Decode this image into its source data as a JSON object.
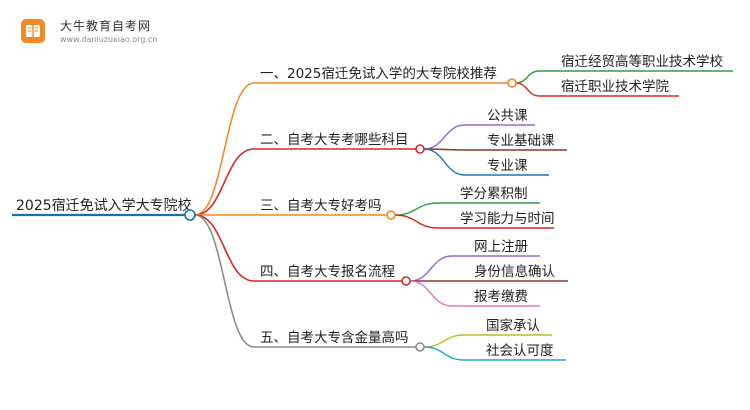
{
  "logo": {
    "title": "大牛教育自考网",
    "url": "www.daniuzuxiao.org.cn"
  },
  "root": {
    "label": "2025宿迁免试入学大专院校",
    "color": "#1d6fa5"
  },
  "branches": [
    {
      "label": "一、2025宿迁免试入学的大专院校推荐",
      "color": "#f08a24",
      "children": [
        {
          "label": "宿迁经贸高等职业技术学校",
          "color": "#2ea043"
        },
        {
          "label": "宿迁职业技术学院",
          "color": "#d62728"
        }
      ]
    },
    {
      "label": "二、自考大专考哪些科目",
      "color": "#d62728",
      "children": [
        {
          "label": "公共课",
          "color": "#9a6ac8"
        },
        {
          "label": "专业基础课",
          "color": "#8b3a2e"
        },
        {
          "label": "专业课",
          "color": "#1f77b4"
        }
      ]
    },
    {
      "label": "三、自考大专好考吗",
      "color": "#f08a24",
      "children": [
        {
          "label": "学分累积制",
          "color": "#2ea043"
        },
        {
          "label": "学习能力与时间",
          "color": "#d62728"
        }
      ]
    },
    {
      "label": "四、自考大专报名流程",
      "color": "#d62728",
      "children": [
        {
          "label": "网上注册",
          "color": "#9a6ac8"
        },
        {
          "label": "身份信息确认",
          "color": "#8b3a2e"
        },
        {
          "label": "报考缴费",
          "color": "#e377c2"
        }
      ]
    },
    {
      "label": "五、自考大专含金量高吗",
      "color": "#8c8c8c",
      "children": [
        {
          "label": "国家承认",
          "color": "#bcbd22"
        },
        {
          "label": "社会认可度",
          "color": "#17a9c9"
        }
      ]
    }
  ]
}
